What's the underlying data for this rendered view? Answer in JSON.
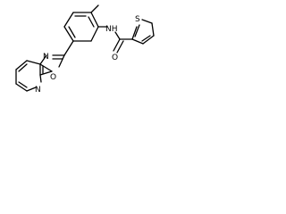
{
  "molecule": {
    "atoms": {
      "N_benzoxazole": "N",
      "O_benzoxazole": "O",
      "N_pyridine": "N",
      "N_amide": "NH",
      "O_carbonyl": "O",
      "S_thiophene": "S"
    }
  }
}
